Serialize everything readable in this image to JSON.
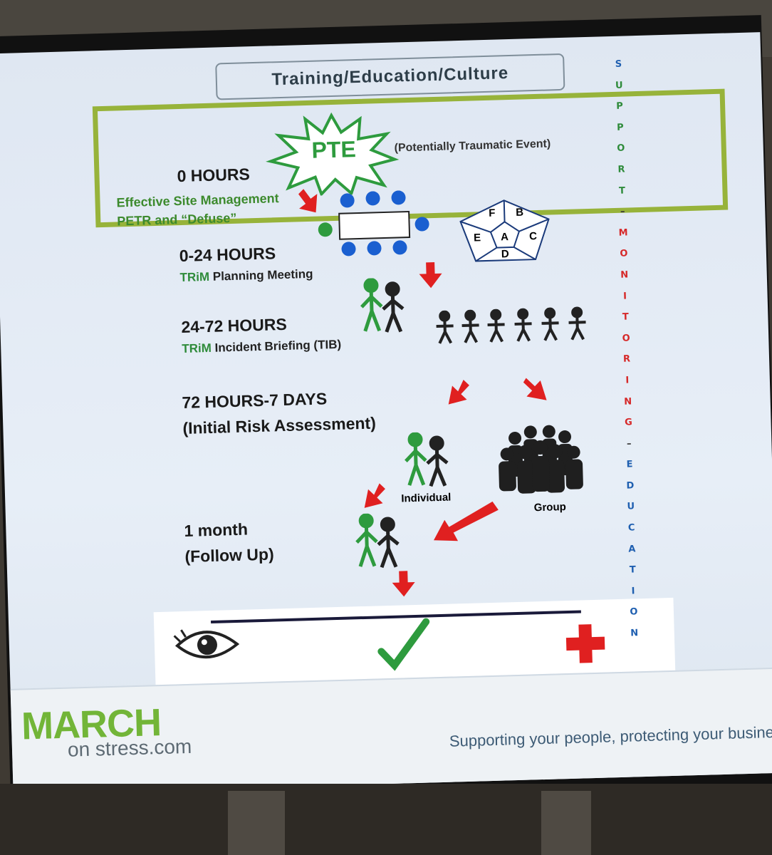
{
  "slide": {
    "title": "Training/Education/Culture",
    "pte": "PTE",
    "pte_note": "(Potentially Traumatic Event)",
    "stages": [
      {
        "time": "0 HOURS",
        "sub1": "Effective Site Management",
        "sub2": "PETR and “Defuse”"
      },
      {
        "time": "0-24 HOURS",
        "sub_trim": "TRiM",
        "sub_rest": "Planning Meeting"
      },
      {
        "time": "24-72 HOURS",
        "sub_trim": "TRiM",
        "sub_rest": "Incident Briefing (TIB)"
      },
      {
        "time": "72 HOURS-7 DAYS",
        "sub": "(Initial Risk Assessment)"
      },
      {
        "time": "1 month",
        "sub": "(Follow Up)"
      }
    ],
    "pentagon_letters": [
      "F",
      "B",
      "E",
      "A",
      "C",
      "D"
    ],
    "individual_label": "Individual",
    "group_label": "Group",
    "side_letters": [
      {
        "l": "S",
        "c": "#1f5fb0"
      },
      {
        "l": "U",
        "c": "#2e8b3a"
      },
      {
        "l": "P",
        "c": "#2e8b3a"
      },
      {
        "l": "P",
        "c": "#2e8b3a"
      },
      {
        "l": "O",
        "c": "#2e8b3a"
      },
      {
        "l": "R",
        "c": "#2e8b3a"
      },
      {
        "l": "T",
        "c": "#2e8b3a"
      },
      {
        "l": "–",
        "c": "#333333"
      },
      {
        "l": "M",
        "c": "#d62828"
      },
      {
        "l": "O",
        "c": "#d62828"
      },
      {
        "l": "N",
        "c": "#d62828"
      },
      {
        "l": "I",
        "c": "#d62828"
      },
      {
        "l": "T",
        "c": "#d62828"
      },
      {
        "l": "O",
        "c": "#d62828"
      },
      {
        "l": "R",
        "c": "#d62828"
      },
      {
        "l": "I",
        "c": "#d62828"
      },
      {
        "l": "N",
        "c": "#d62828"
      },
      {
        "l": "G",
        "c": "#d62828"
      },
      {
        "l": "–",
        "c": "#333333"
      },
      {
        "l": "E",
        "c": "#1f5fb0"
      },
      {
        "l": "D",
        "c": "#1f5fb0"
      },
      {
        "l": "U",
        "c": "#1f5fb0"
      },
      {
        "l": "C",
        "c": "#1f5fb0"
      },
      {
        "l": "A",
        "c": "#1f5fb0"
      },
      {
        "l": "T",
        "c": "#1f5fb0"
      },
      {
        "l": "I",
        "c": "#1f5fb0"
      },
      {
        "l": "O",
        "c": "#1f5fb0"
      },
      {
        "l": "N",
        "c": "#1f5fb0"
      }
    ],
    "outcome_icons": [
      "eye-icon",
      "checkmark-icon",
      "red-cross-icon"
    ]
  },
  "footer": {
    "logo_main": "MARCH",
    "logo_sub": "on stress.com",
    "tagline": "Supporting your people, protecting your business | march"
  },
  "colors": {
    "frame_green": "#97b33a",
    "trim_green": "#2e8b3a",
    "arrow_red": "#e02020",
    "table_blue": "#1a5fd0"
  }
}
